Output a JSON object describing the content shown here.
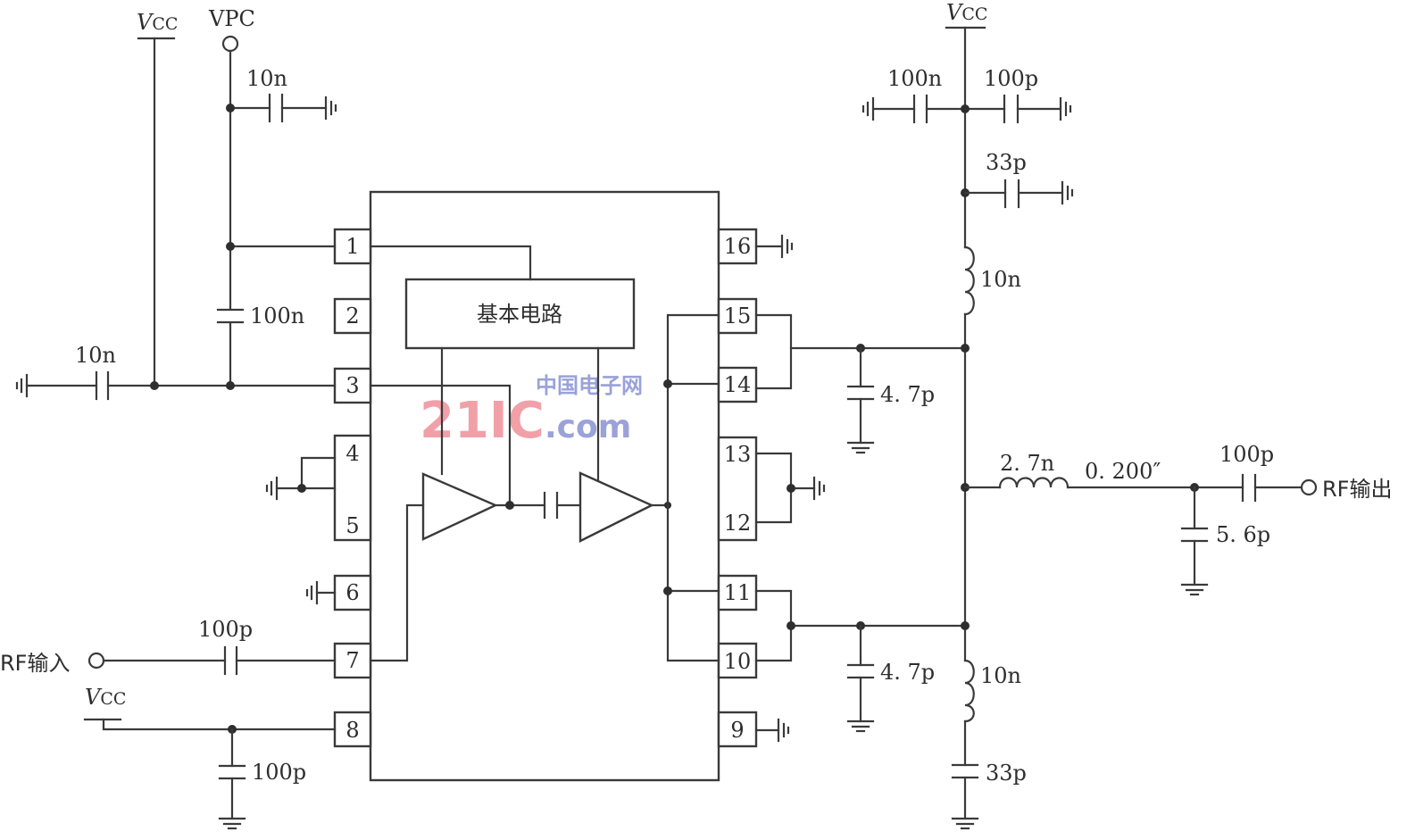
{
  "ic": {
    "block_label": "基本电路",
    "pins_left": [
      "1",
      "2",
      "3",
      "4",
      "5",
      "6",
      "7",
      "8"
    ],
    "pins_right": [
      "16",
      "15",
      "14",
      "13",
      "12",
      "11",
      "10",
      "9"
    ]
  },
  "supplies": {
    "vcc_v": "V",
    "vcc_sub": "CC",
    "vpc": "VPC"
  },
  "components": {
    "c_vpc_10n": "10n",
    "c_vpc_100n": "100n",
    "c_pin3_10n": "10n",
    "c_in_100p": "100p",
    "c_pin8_100p": "100p",
    "c_top_100n": "100n",
    "c_top_100p": "100p",
    "c_top_33p": "33p",
    "l_top_10n": "10n",
    "c_47p_upper": "4. 7p",
    "c_47p_lower": "4. 7p",
    "l_bot_10n": "10n",
    "c_bot_33p": "33p",
    "l_out_27n": "2. 7n",
    "tline": "0. 200″",
    "c_out_100p": "100p",
    "c_out_56p": "5. 6p"
  },
  "ports": {
    "rf_in": "RF输入",
    "rf_out": "RF输出"
  },
  "watermark": {
    "main": "21IC",
    "sub": ".com",
    "cn": "中国电子网"
  }
}
